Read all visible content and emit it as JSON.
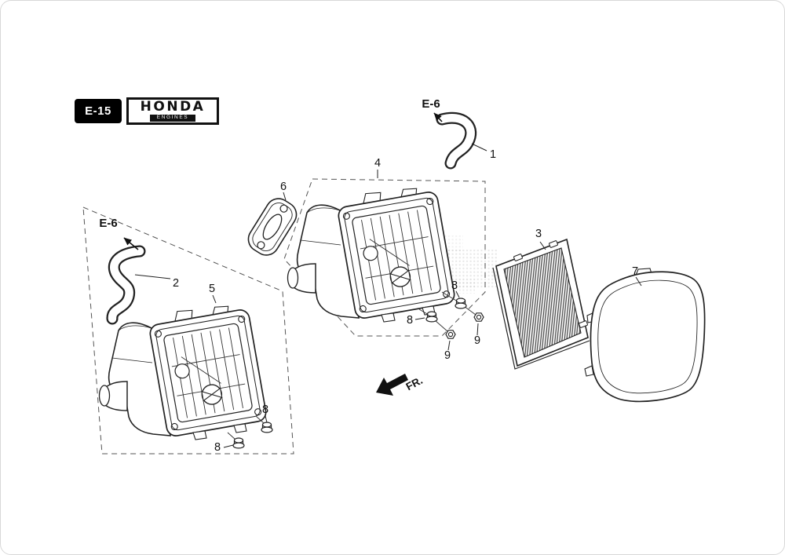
{
  "header": {
    "page_code": "E-15",
    "brand": "HONDA",
    "brand_subtitle": "ENGINES"
  },
  "references": {
    "top": "E-6",
    "left": "E-6"
  },
  "direction_label": "FR.",
  "callouts": {
    "part1": "1",
    "part2": "2",
    "part3": "3",
    "part4": "4",
    "part5": "5",
    "part6": "6",
    "part7": "7",
    "part8_main_upper": "8",
    "part8_main_lower": "8",
    "part8_sub_upper": "8",
    "part8_sub_lower": "8",
    "part9_right": "9",
    "part9_left": "9"
  },
  "colors": {
    "ink": "#222222",
    "text": "#111111",
    "dashed_line": "#555555",
    "badge_bg": "#000000",
    "badge_text": "#ffffff",
    "paper": "#ffffff",
    "watermark_dot": "#8a8a8a"
  }
}
